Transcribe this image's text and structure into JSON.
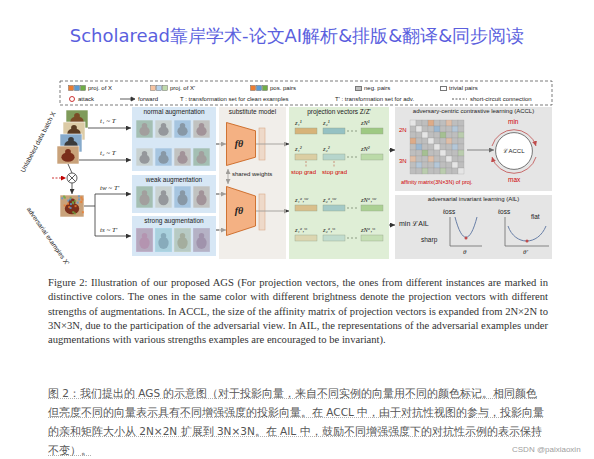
{
  "diagram": {
    "title": "Scholaread靠岸学术-论文AI解析&排版&翻译&同步阅读",
    "caption": "Figure 2: Illustration of our proposed AGS (For projection vectors, the ones from different instances are marked in distinctive colors. The ones in the same color with different brightness denote the projection vectors with different strengths of augmentations. In ACCL, the size of the affinity matrix of projection vectors is expanded from 2N×2N to 3N×3N, due to the participation of the adversarial view. In AIL, the representations of the adversarial examples under augmentations with various strengths examples are encouraged to be invariant).",
    "nodes": [
      {
        "text": [
          "normal augmentation"
        ]
      },
      {
        "text": [
          "weak augmentation"
        ]
      },
      {
        "text": [
          "strong augmentation"
        ]
      },
      {
        "text": [
          "substitute model"
        ]
      },
      {
        "text": [
          "fθ"
        ],
        "in": 3
      },
      {
        "text": [
          "fθ"
        ],
        "in": 3
      },
      {
        "text": [
          "projection vectors Z/Z'"
        ]
      },
      {
        "text": [
          "adversary-centric contrastive learning (ACCL)"
        ]
      },
      {
        "text": [
          "ℒACCL"
        ],
        "in": 7
      },
      {
        "text": [
          "adversarial invariant learning (AIL)"
        ]
      }
    ],
    "edges": [
      {
        "from": 0,
        "to": 4,
        "arrow": "to"
      },
      {
        "from": 1,
        "to": 5,
        "arrow": "to"
      },
      {
        "from": 2,
        "to": 5,
        "arrow": "to"
      },
      {
        "from": 4,
        "to": 6,
        "arrow": "to"
      },
      {
        "from": 5,
        "to": 6,
        "arrow": "to"
      },
      {
        "from": 6,
        "to": 7,
        "arrow": "to"
      },
      {
        "from": 6,
        "to": 9,
        "arrow": "to"
      }
    ],
    "labels": [
      "Unlabeled data batch X",
      "adversarial examples X'",
      "t₁ ~ T",
      "t₂ ~ T",
      "tw ~ T'",
      "ts ~ T'",
      "shared weights",
      "z₁¹",
      "z₂¹",
      "zN¹",
      "z₁²",
      "z₂²",
      "zN²",
      "stop grad",
      "stop grad",
      "z₁ᵃ,ˢʷ",
      "z₂ᵃ,ˢʷ",
      "zNᵃ,ˢʷ",
      "z₁ᵃ,ˢˢ",
      "z₂ᵃ,ˢˢ",
      "zNᵃ,ˢˢ",
      "2N",
      "3N",
      "affinity matrix(3N×3N) of proj.",
      "min",
      "max",
      "min ℒAIL",
      "ℓoss",
      "ℓoss",
      "sharp",
      "θ",
      "flat",
      "θ'",
      "图 2：我们提出的 AGS 的示意图（对于投影向量，来自不同实例的向量用不同的颜色标记。相同颜色但亮度不同的向量表示具有不同增强强度的投影向量。在 ACCL 中，由于对抗性视图的参与，投影向量的亲和矩阵大小从 2N×2N 扩展到 3N×3N。在 AIL 中，鼓励不同增强强度下的对抗性示例的表示保持不变）。",
      "CSDN @paixiaoxin"
    ],
    "legend": [
      {
        "text": "proj. of X"
      },
      {
        "text": "proj. of X'"
      },
      {
        "text": "pos. pairs"
      },
      {
        "text": "neg. pairs",
        "color": "#bfbfbf"
      },
      {
        "text": "trivial pairs",
        "color": "#ffffff"
      },
      {
        "text": "attack"
      },
      {
        "text": "forward"
      },
      {
        "text": "T : transformation set for clean examples"
      },
      {
        "text": "T' : transformation set for adv."
      },
      {
        "text": "short-circuit connection"
      }
    ]
  }
}
